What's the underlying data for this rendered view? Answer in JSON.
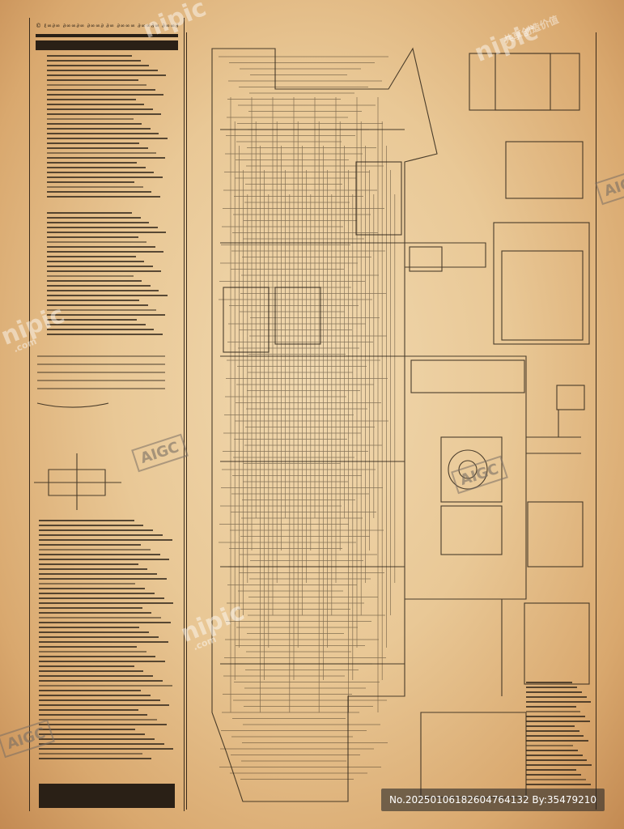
{
  "header": {
    "text": "© ℓ∞∂∞ ∂∞∞∂∞ ∂∞∞∂ ∂∞ ∂∞∞∞ ∂∞∞∂∞ ∂∞∞∂"
  },
  "watermarks": {
    "brand": "nipic",
    "site": ".com",
    "tagline": "共享创造价值",
    "stamp": "AIGC"
  },
  "footer": {
    "id_text": "No.20250106182604764132 By:35479210"
  },
  "colors": {
    "paper": "#ebc995",
    "ink": "#2e2418"
  }
}
